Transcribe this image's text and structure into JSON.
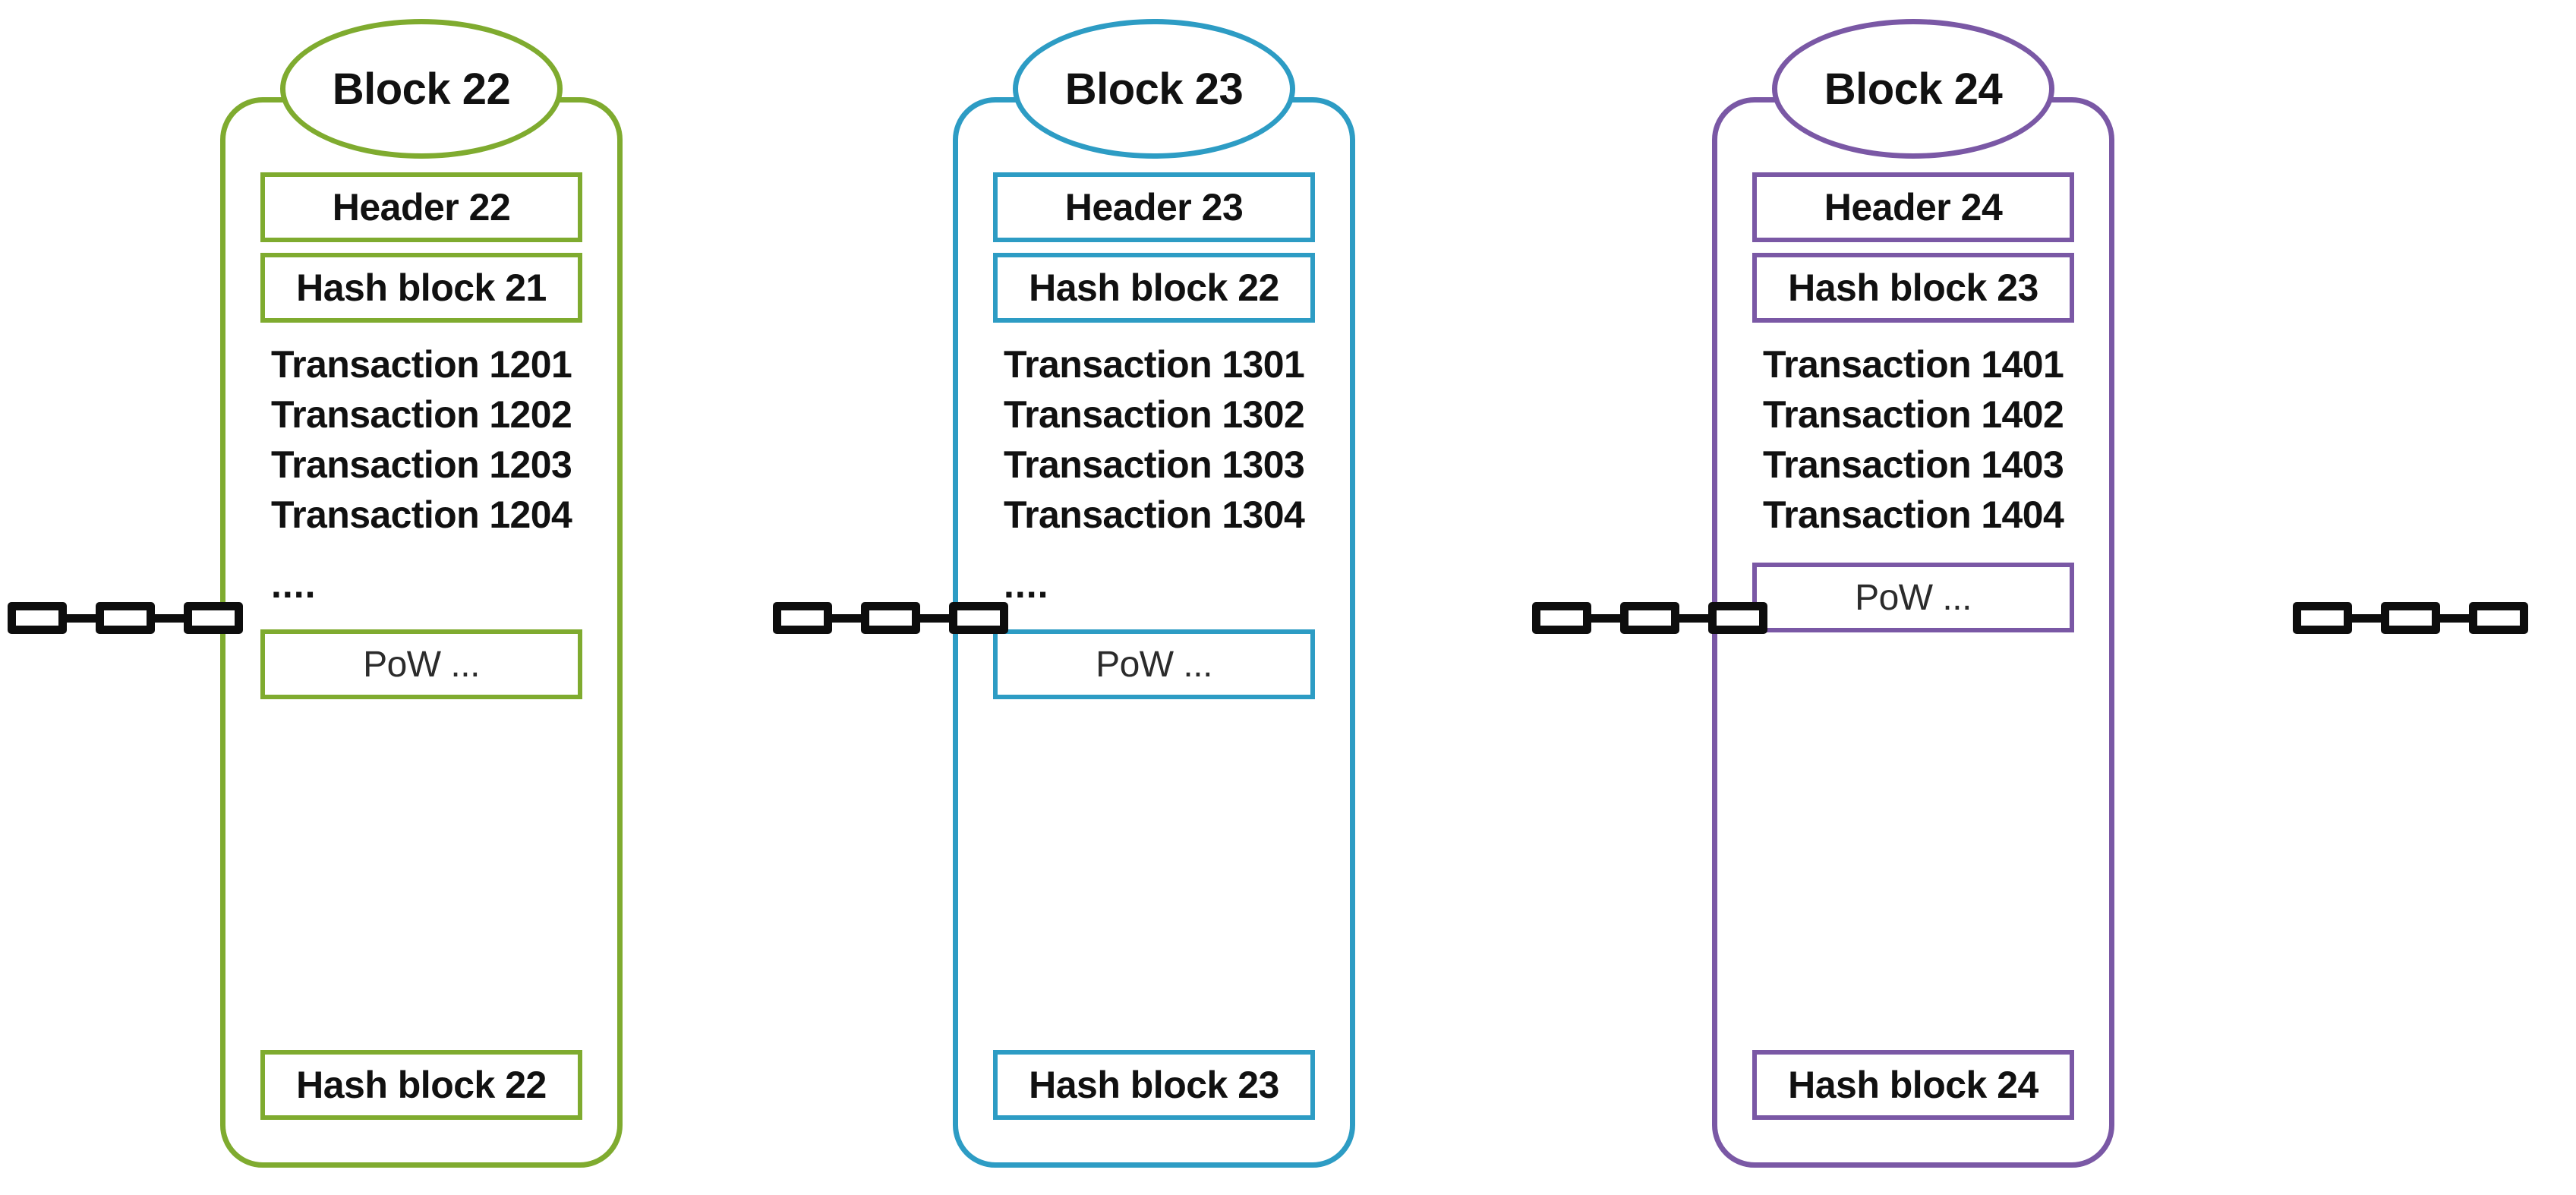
{
  "diagram": {
    "title": "Blockchain block chain diagram",
    "colors": {
      "green": "#7fab2f",
      "blue": "#2d9cc4",
      "purple": "#7a58a5",
      "link": "#0d0d0d",
      "text": "#111111",
      "background": "#ffffff"
    },
    "blocks": [
      {
        "id": "block-22",
        "accent": "#7fab2f",
        "balloon_label": "Block 22",
        "header_label": "Header 22",
        "prev_hash_label": "Hash block 21",
        "transactions": [
          "Transaction 1201",
          "Transaction 1202",
          "Transaction 1203",
          "Transaction 1204"
        ],
        "ellipsis": "....",
        "has_ellipsis": true,
        "pow_label": "PoW ...",
        "own_hash_label": "Hash block 22"
      },
      {
        "id": "block-23",
        "accent": "#2d9cc4",
        "balloon_label": "Block 23",
        "header_label": "Header 23",
        "prev_hash_label": "Hash block 22",
        "transactions": [
          "Transaction 1301",
          "Transaction 1302",
          "Transaction 1303",
          "Transaction 1304"
        ],
        "ellipsis": "....",
        "has_ellipsis": true,
        "pow_label": "PoW ...",
        "own_hash_label": "Hash block 23"
      },
      {
        "id": "block-24",
        "accent": "#7a58a5",
        "balloon_label": "Block 24",
        "header_label": "Header 24",
        "prev_hash_label": "Hash block 23",
        "transactions": [
          "Transaction 1401",
          "Transaction 1402",
          "Transaction 1403",
          "Transaction 1404"
        ],
        "ellipsis": "",
        "has_ellipsis": false,
        "pow_label": "PoW ...",
        "own_hash_label": "Hash block 24"
      }
    ],
    "chain_segments": [
      {
        "id": "chain-left",
        "links": 3
      },
      {
        "id": "chain-22-to-23",
        "links": 3
      },
      {
        "id": "chain-23-to-24",
        "links": 3
      },
      {
        "id": "chain-right",
        "links": 3
      }
    ]
  }
}
